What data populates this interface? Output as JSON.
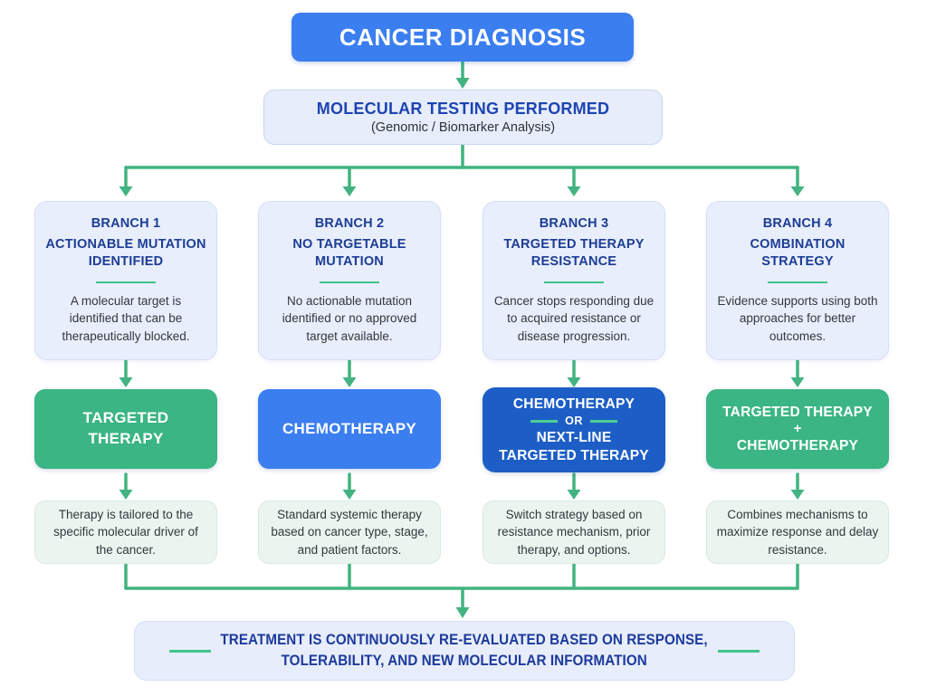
{
  "title": "CANCER DIAGNOSIS",
  "molecular_testing": {
    "title": "MOLECULAR TESTING PERFORMED",
    "subtitle": "(Genomic / Biomarker Analysis)"
  },
  "columns": [
    {
      "branch_label": "BRANCH 1",
      "branch_title": "ACTIONABLE MUTATION IDENTIFIED",
      "branch_description": "A molecular target is identified that can be therapeutically blocked.",
      "treatment": {
        "color": "green",
        "lines": [
          "TARGETED",
          "THERAPY"
        ]
      },
      "outcome": "Therapy is tailored to the specific molecular driver of the cancer."
    },
    {
      "branch_label": "BRANCH 2",
      "branch_title": "NO TARGETABLE MUTATION",
      "branch_description": "No actionable mutation identified or no approved target available.",
      "treatment": {
        "color": "blue",
        "lines": [
          "CHEMOTHERAPY"
        ]
      },
      "outcome": "Standard systemic therapy based on cancer type, stage, and patient factors."
    },
    {
      "branch_label": "BRANCH 3",
      "branch_title": "TARGETED THERAPY RESISTANCE",
      "branch_description": "Cancer stops responding due to acquired resistance or disease progression.",
      "treatment": {
        "color": "deepblue",
        "lines": [
          "CHEMOTHERAPY",
          "OR",
          "NEXT-LINE",
          "TARGETED THERAPY"
        ]
      },
      "outcome": "Switch strategy based on resistance mechanism, prior therapy, and options."
    },
    {
      "branch_label": "BRANCH 4",
      "branch_title": "COMBINATION STRATEGY",
      "branch_description": "Evidence supports using both approaches for better outcomes.",
      "treatment": {
        "color": "green",
        "lines": [
          "TARGETED THERAPY",
          "+",
          "CHEMOTHERAPY"
        ]
      },
      "outcome": "Combines mechanisms to maximize response and delay resistance."
    }
  ],
  "footer": {
    "line1": "TREATMENT IS CONTINUOUSLY RE-EVALUATED BASED ON RESPONSE,",
    "line2": "TOLERABILITY, AND NEW MOLECULAR INFORMATION"
  },
  "colors": {
    "primary_blue": "#3b7ef0",
    "deep_blue": "#1d5ec6",
    "green": "#3ab583",
    "connector_green": "#42b381",
    "heading_navy": "#1c3d96",
    "panel_blue_bg": "#e8eefb",
    "panel_mint_bg": "#eaf5ef",
    "footer_text_blue": "#1c3a9c"
  }
}
